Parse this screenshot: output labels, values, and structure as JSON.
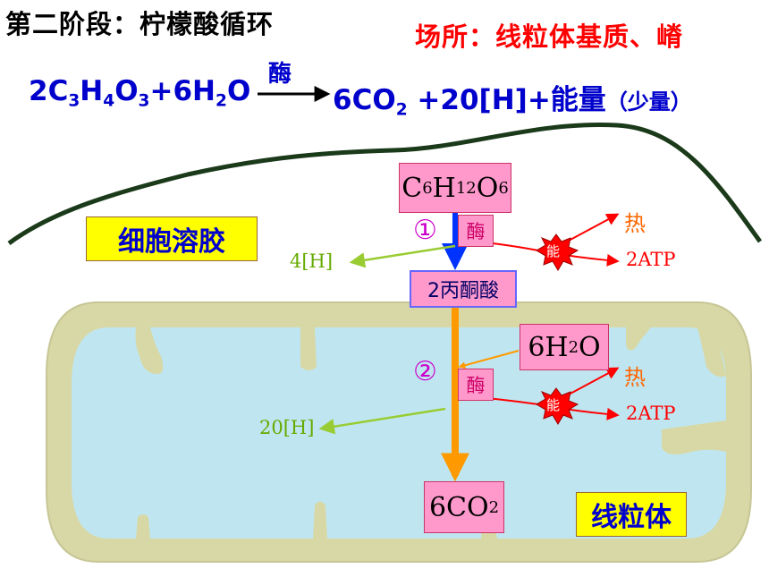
{
  "title": "第二阶段：柠檬酸循环",
  "location": "场所：线粒体基质、嵴",
  "equation": {
    "reactant_a": "2C",
    "reactant_a_sub1": "3",
    "reactant_a_h": "H",
    "reactant_a_sub2": "4",
    "reactant_a_o": "O",
    "reactant_a_sub3": "3",
    "reactant_b": "+6H",
    "reactant_b_sub": "2",
    "reactant_b_o": "O",
    "enzyme": "酶",
    "product_a": "6CO",
    "product_a_sub": "2",
    "product_b": " +20[H]+能量",
    "note": "（少量）"
  },
  "labels": {
    "cytosol": "细胞溶胶",
    "mitochondrion": "线粒体",
    "glucose_main": "C",
    "glucose_sub1": "6",
    "glucose_h": "H",
    "glucose_sub2": "12",
    "glucose_o": "O",
    "glucose_sub3": "6",
    "pyruvate": "2丙酮酸",
    "water_main": "6H",
    "water_sub": "2",
    "water_o": "O",
    "co2_main": "6CO",
    "co2_sub": "2",
    "step1": "①",
    "step2": "②",
    "enzyme1": "酶",
    "enzyme2": "酶",
    "h1": "4[H]",
    "h2": "20[H]",
    "energy1": "能",
    "energy2": "能",
    "heat1": "热",
    "heat2": "热",
    "atp1": "2ATP",
    "atp2": "2ATP"
  },
  "colors": {
    "title": "#000000",
    "location": "#ff0000",
    "equation": "#0000cc",
    "membrane": "#d8d8a6",
    "matrix": "#bfe6f0",
    "pink_box": "#ff99cc",
    "yellow_box": "#ffff00",
    "enzyme_text": "#cc0066",
    "step_number": "#cc00cc",
    "hydrogen_arrow": "#99cc33",
    "energy_arrow": "#ff0000",
    "heat": "#ff6600",
    "atp": "#ff0000",
    "arrow_blue": "#0033ff",
    "arrow_orange": "#ff9900"
  }
}
